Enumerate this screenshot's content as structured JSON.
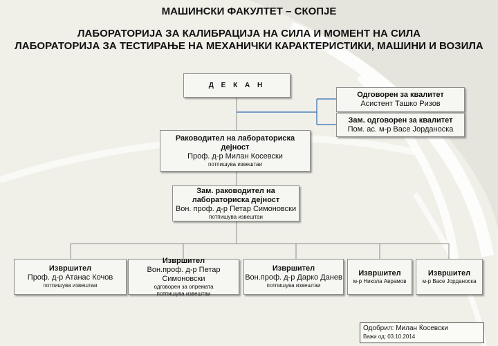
{
  "header": {
    "faculty": "МАШИНСКИ ФАКУЛТЕТ – СКОПЈЕ",
    "lab1": "ЛАБОРАТОРИЈА ЗА КАЛИБРАЦИЈА НА СИЛА И МОМЕНТ НА СИЛА",
    "lab2": "ЛАБОРАТОРИЈА ЗА ТЕСТИРАЊЕ НА МЕХАНИЧКИ КАРАКТЕРИСТИКИ, МАШИНИ И ВОЗИЛА"
  },
  "dean": {
    "label": "Д Е К А Н"
  },
  "quality": {
    "title": "Одговорен за квалитет",
    "name": "Асистент Ташко Ризов"
  },
  "deputy_quality": {
    "title": "Зам. одговорен за квалитет",
    "name": "Пом. ас. м-р Васе Јорданоска"
  },
  "head": {
    "title": "Раководител на лабораториска дејност",
    "name": "Проф. д-р Милан Косевски",
    "note": "потпишува извештаи"
  },
  "deputy_head": {
    "title_line1": "Зам. раководител на",
    "title_line2": "лабораториска дејност",
    "name": "Вон. проф. д-р Петар Симоновски",
    "note": "потпишува извештаи"
  },
  "executors": [
    {
      "title": "Извршител",
      "name": "Проф. д-р Атанас Кочов",
      "note": "потпишува извештаи",
      "note2": ""
    },
    {
      "title": "Извршител",
      "name": "Вон.проф. д-р Петар Симоновски",
      "note": "одговорен за опремата",
      "note2": "потпишува извештаи"
    },
    {
      "title": "Извршител",
      "name": "Вон.проф. д-р Дарко Данев",
      "note": "потпишува извештаи",
      "note2": ""
    },
    {
      "title": "Извршител",
      "name": "м-р Никола Аврамов",
      "note": "",
      "note2": ""
    },
    {
      "title": "Извршител",
      "name": "м-р Васе Јорданоска",
      "note": "",
      "note2": ""
    }
  ],
  "approval": {
    "approved": "Одобрил: Милан Ќосевски",
    "valid": "Важи од: 03.10.2014"
  }
}
